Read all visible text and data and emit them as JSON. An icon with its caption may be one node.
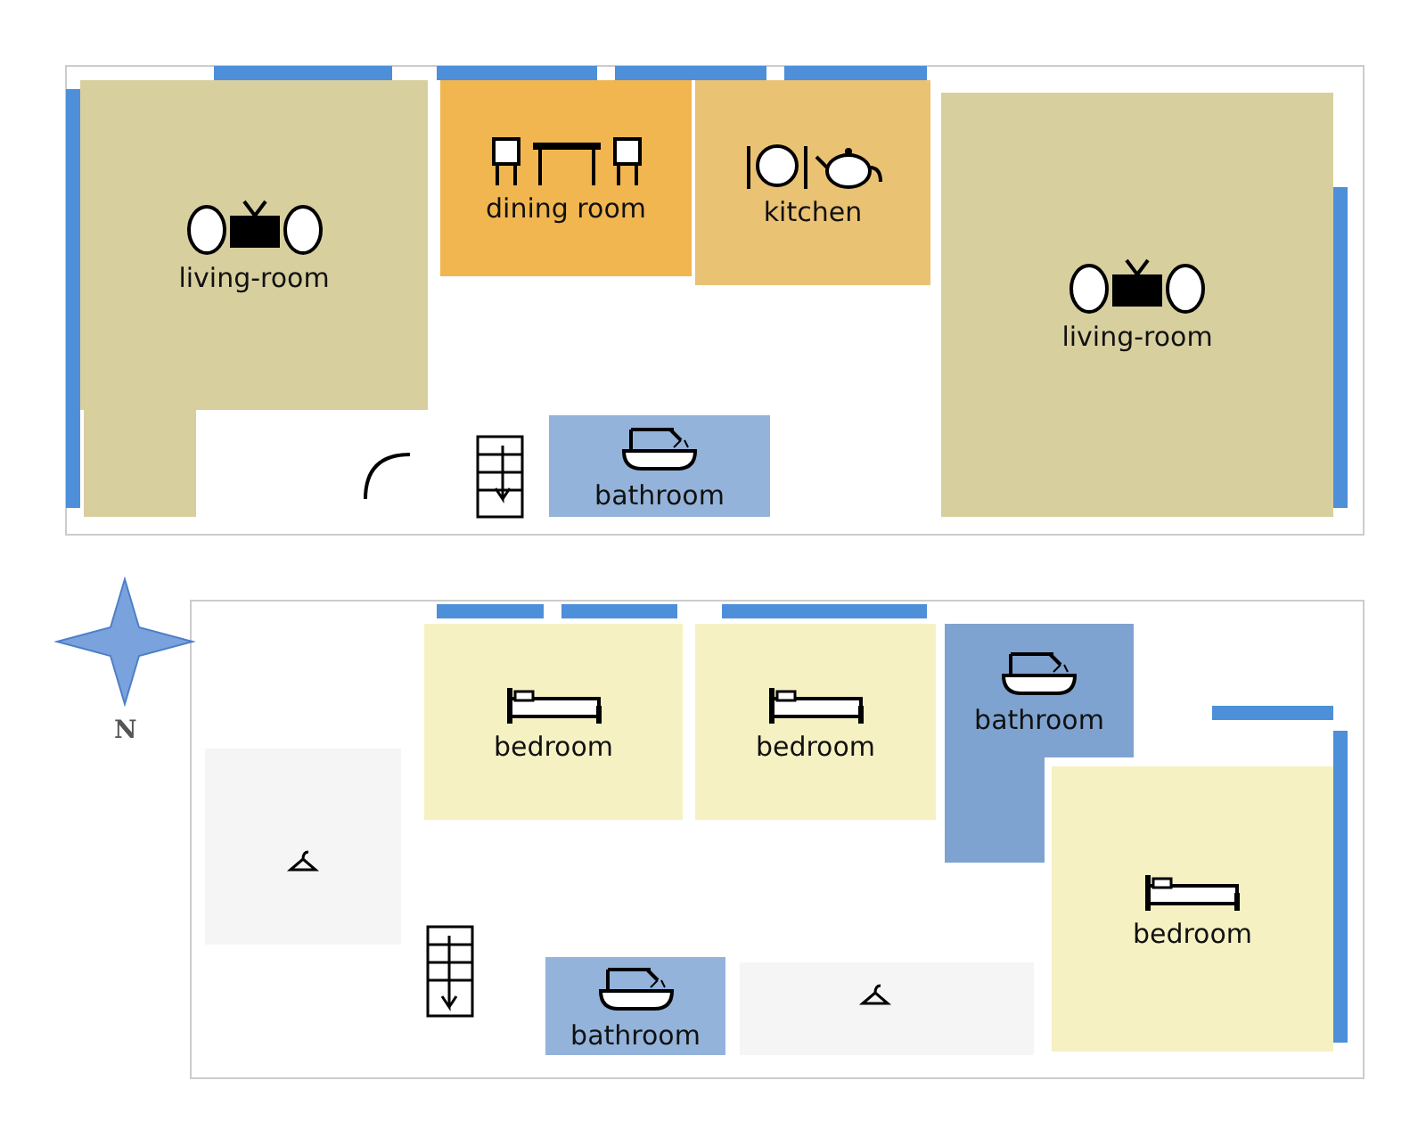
{
  "diagram": {
    "nodes": [
      {
        "text": [
          "living-room"
        ]
      },
      {
        "text": [
          "dining room"
        ]
      },
      {
        "text": [
          "kitchen"
        ]
      },
      {
        "text": [
          "living-room"
        ]
      },
      {
        "text": [
          "bathroom"
        ]
      },
      {
        "text": [
          "bedroom"
        ]
      },
      {
        "text": [
          "bedroom"
        ]
      },
      {
        "text": [
          "bathroom"
        ]
      },
      {
        "text": [
          "bedroom"
        ]
      },
      {
        "text": [
          "bathroom"
        ]
      }
    ],
    "edges": [],
    "labels": [
      "N"
    ]
  }
}
